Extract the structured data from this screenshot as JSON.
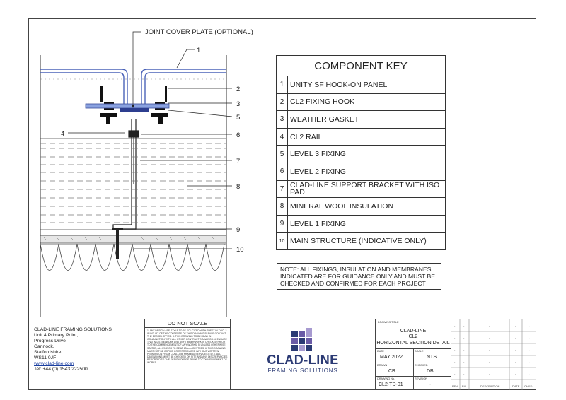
{
  "drawing": {
    "joint_label": "JOINT COVER PLATE (OPTIONAL)",
    "callouts": [
      "1",
      "2",
      "3",
      "4",
      "5",
      "6",
      "7",
      "8",
      "9",
      "10"
    ]
  },
  "key": {
    "title": "COMPONENT KEY",
    "items": [
      {
        "num": "1",
        "label": "UNITY SF HOOK-ON PANEL"
      },
      {
        "num": "2",
        "label": "CL2 FIXING HOOK"
      },
      {
        "num": "3",
        "label": "WEATHER GASKET"
      },
      {
        "num": "4",
        "label": "CL2 RAIL"
      },
      {
        "num": "5",
        "label": "LEVEL 3 FIXING"
      },
      {
        "num": "6",
        "label": "LEVEL 2 FIXING"
      },
      {
        "num": "7",
        "label": "CLAD-LINE SUPPORT BRACKET WITH ISO PAD"
      },
      {
        "num": "8",
        "label": "MINERAL WOOL INSULATION"
      },
      {
        "num": "9",
        "label": "LEVEL 1 FIXING"
      },
      {
        "num": "10",
        "label": "MAIN STRUCTURE (INDICATIVE ONLY)"
      }
    ]
  },
  "note": "NOTE: ALL FIXINGS, INSULATION AND MEMBRANES INDICATED ARE FOR GUIDANCE ONLY AND MUST BE CHECKED AND CONFIRMED FOR EACH PROJECT",
  "company": {
    "name": "CLAD-LINE FRAMING SOLUTIONS",
    "addr1": "Unit 4 Primary Point,",
    "addr2": "Progress Drive",
    "addr3": "Cannock,",
    "addr4": "Staffordshire,",
    "addr5": "WS11 0JF",
    "web": "www.clad-line.com",
    "tel": "Tel: +44 (0) 1543 222500"
  },
  "scale_box": {
    "title": "DO NOT SCALE",
    "text": "1. ANY DESIGN ARE STYLE TO BE SOLICITED WITH SHEET IN TWO. 2. IN DOUBT OF THE CONTENTS OF THIS DRAWING PLEASE CONTACT THE DESIGN OFFICE. 3. THIS DRAWING TO BE READ IN CONJUNCTION WITH ALL OTHER CONTRACT DRAWINGS. 4. ENSURE THAT ALL STEELWORK AND ANY TIMBERWORK IS CHECKED PRIOR TO THE COMMENCEMENT OF ANY WORKS. 5. UNLESS OTHERWISE STATED, ALL FIXINGS TO BE AT 600mm CENTRES. 6. THIS DRAWING MUST NOT BE COPIED OR REPRODUCED WITHOUT WRITTEN PERMISSION FROM CLAD-LINE FRAMING SERVICES LTD. 7. ALL DIMENSIONS MUST BE CHECKED ON SITE AND ANY DISCREPANCIES REPORTED TO THE DESIGN OFFICE PRIOR TO COMMENCEMENT OF WORKS."
  },
  "logo": {
    "brand": "CLAD-LINE",
    "tagline": "FRAMING SOLUTIONS",
    "colors": {
      "navy": "#2b3a74",
      "purple": "#6a5aa6",
      "lilac": "#a79ad0"
    }
  },
  "title_block": {
    "drawing_title_label": "DRAWING TITLE",
    "title_line1": "CLAD-LINE",
    "title_line2": "CL2",
    "title_line3": "HORIZONTAL SECTION DETAIL",
    "date_label": "DATE",
    "date": "MAY 2022",
    "scale_label": "SCALE",
    "scale": "NTS",
    "drawn_label": "DRAWN",
    "drawn": "CB",
    "checked_label": "CHECKED",
    "checked": "DB",
    "dwg_no_label": "DRAWING No.",
    "dwg_no": "CL2-TD-01",
    "revision_label": "REVISION",
    "revision": "-"
  },
  "revisions": {
    "headers": [
      "REV",
      "BY",
      "DESCRIPTION",
      "DATE",
      "CHKD"
    ],
    "placeholder": "-"
  }
}
